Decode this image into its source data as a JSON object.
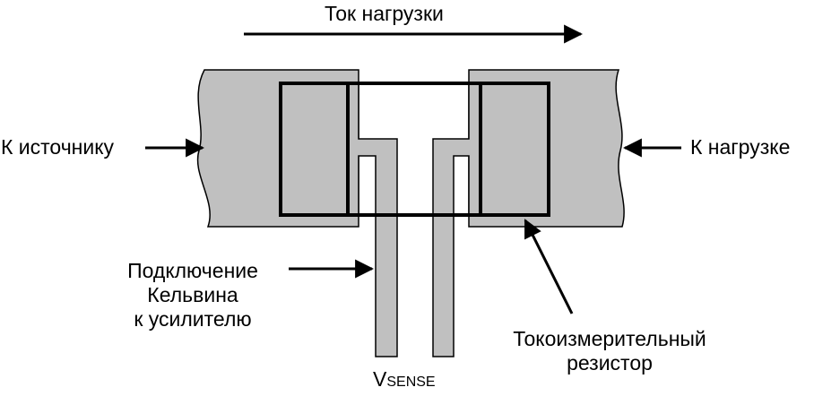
{
  "labels": {
    "load_current": "Ток нагрузки",
    "to_source": "К источнику",
    "to_load": "К нагрузке",
    "kelvin_line1": "Подключение",
    "kelvin_line2": "Кельвина",
    "kelvin_line3": "к усилителю",
    "resistor_line1": "Токоизмерительный",
    "resistor_line2": "резистор",
    "vsense_main": "V",
    "vsense_sub": "SENSE"
  },
  "colors": {
    "pad_fill": "#c0c0c0",
    "outline": "#000000",
    "background": "#ffffff"
  }
}
